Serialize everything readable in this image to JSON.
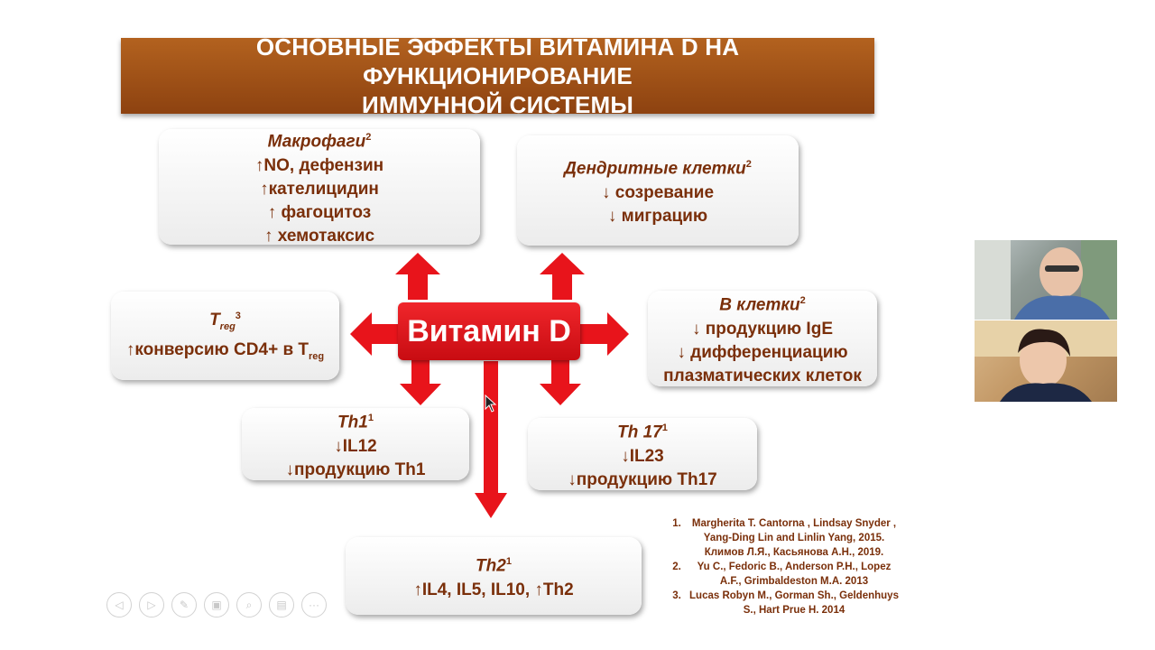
{
  "title": {
    "line1": "ОСНОВНЫЕ ЭФФЕКТЫ ВИТАМИНА D НА ФУНКЦИОНИРОВАНИЕ",
    "line2": "ИММУННОЙ СИСТЕМЫ"
  },
  "center": {
    "label": "Витамин D"
  },
  "macrophages": {
    "head": "Макрофаги",
    "sup": "2",
    "lines": [
      "↑NO, дефензин",
      "↑кателицидин",
      "↑ фагоцитоз",
      "↑ хемотаксис"
    ]
  },
  "dendritic": {
    "head": "Дендритные клетки",
    "sup": "2",
    "lines": [
      "↓ созревание",
      "↓ миграцию"
    ]
  },
  "treg": {
    "head_main": "T",
    "head_sub": "reg",
    "sup": "3",
    "line_main": "↑конверсию CD4+ в T",
    "line_sub": "reg"
  },
  "bcells": {
    "head": "B клетки",
    "sup": "2",
    "lines": [
      "↓ продукцию IgE",
      "↓ дифференциацию",
      "плазматических клеток"
    ]
  },
  "th1": {
    "head": "Th1",
    "sup": "1",
    "lines": [
      "↓IL12",
      "↓продукцию Th1"
    ]
  },
  "th17": {
    "head": "Th 17",
    "sup": "1",
    "lines": [
      "↓IL23",
      "↓продукцию Th17"
    ]
  },
  "th2": {
    "head": "Th2",
    "sup": "1",
    "lines": [
      "↑IL4, IL5, IL10, ↑Th2"
    ]
  },
  "references": [
    "Margherita T. Cantorna , Lindsay Snyder , Yang-Ding Lin and Linlin Yang, 2015. Климов Л.Я., Касьянова А.Н., 2019.",
    "Yu C., Fedoric B., Anderson P.H., Lopez A.F., Grimbaldeston M.A. 2013",
    "Lucas Robyn M., Gorman Sh., Geldenhuys S., Hart Prue H. 2014"
  ],
  "nav_buttons": [
    "◁",
    "▷",
    "✎",
    "▣",
    "⌕",
    "▤",
    "···"
  ],
  "icons": {
    "cursor": "mouse-pointer-icon"
  },
  "colors": {
    "accent_red": "#e8141b",
    "title_brown": "#a0521a",
    "text_brown": "#7a2f0a"
  }
}
